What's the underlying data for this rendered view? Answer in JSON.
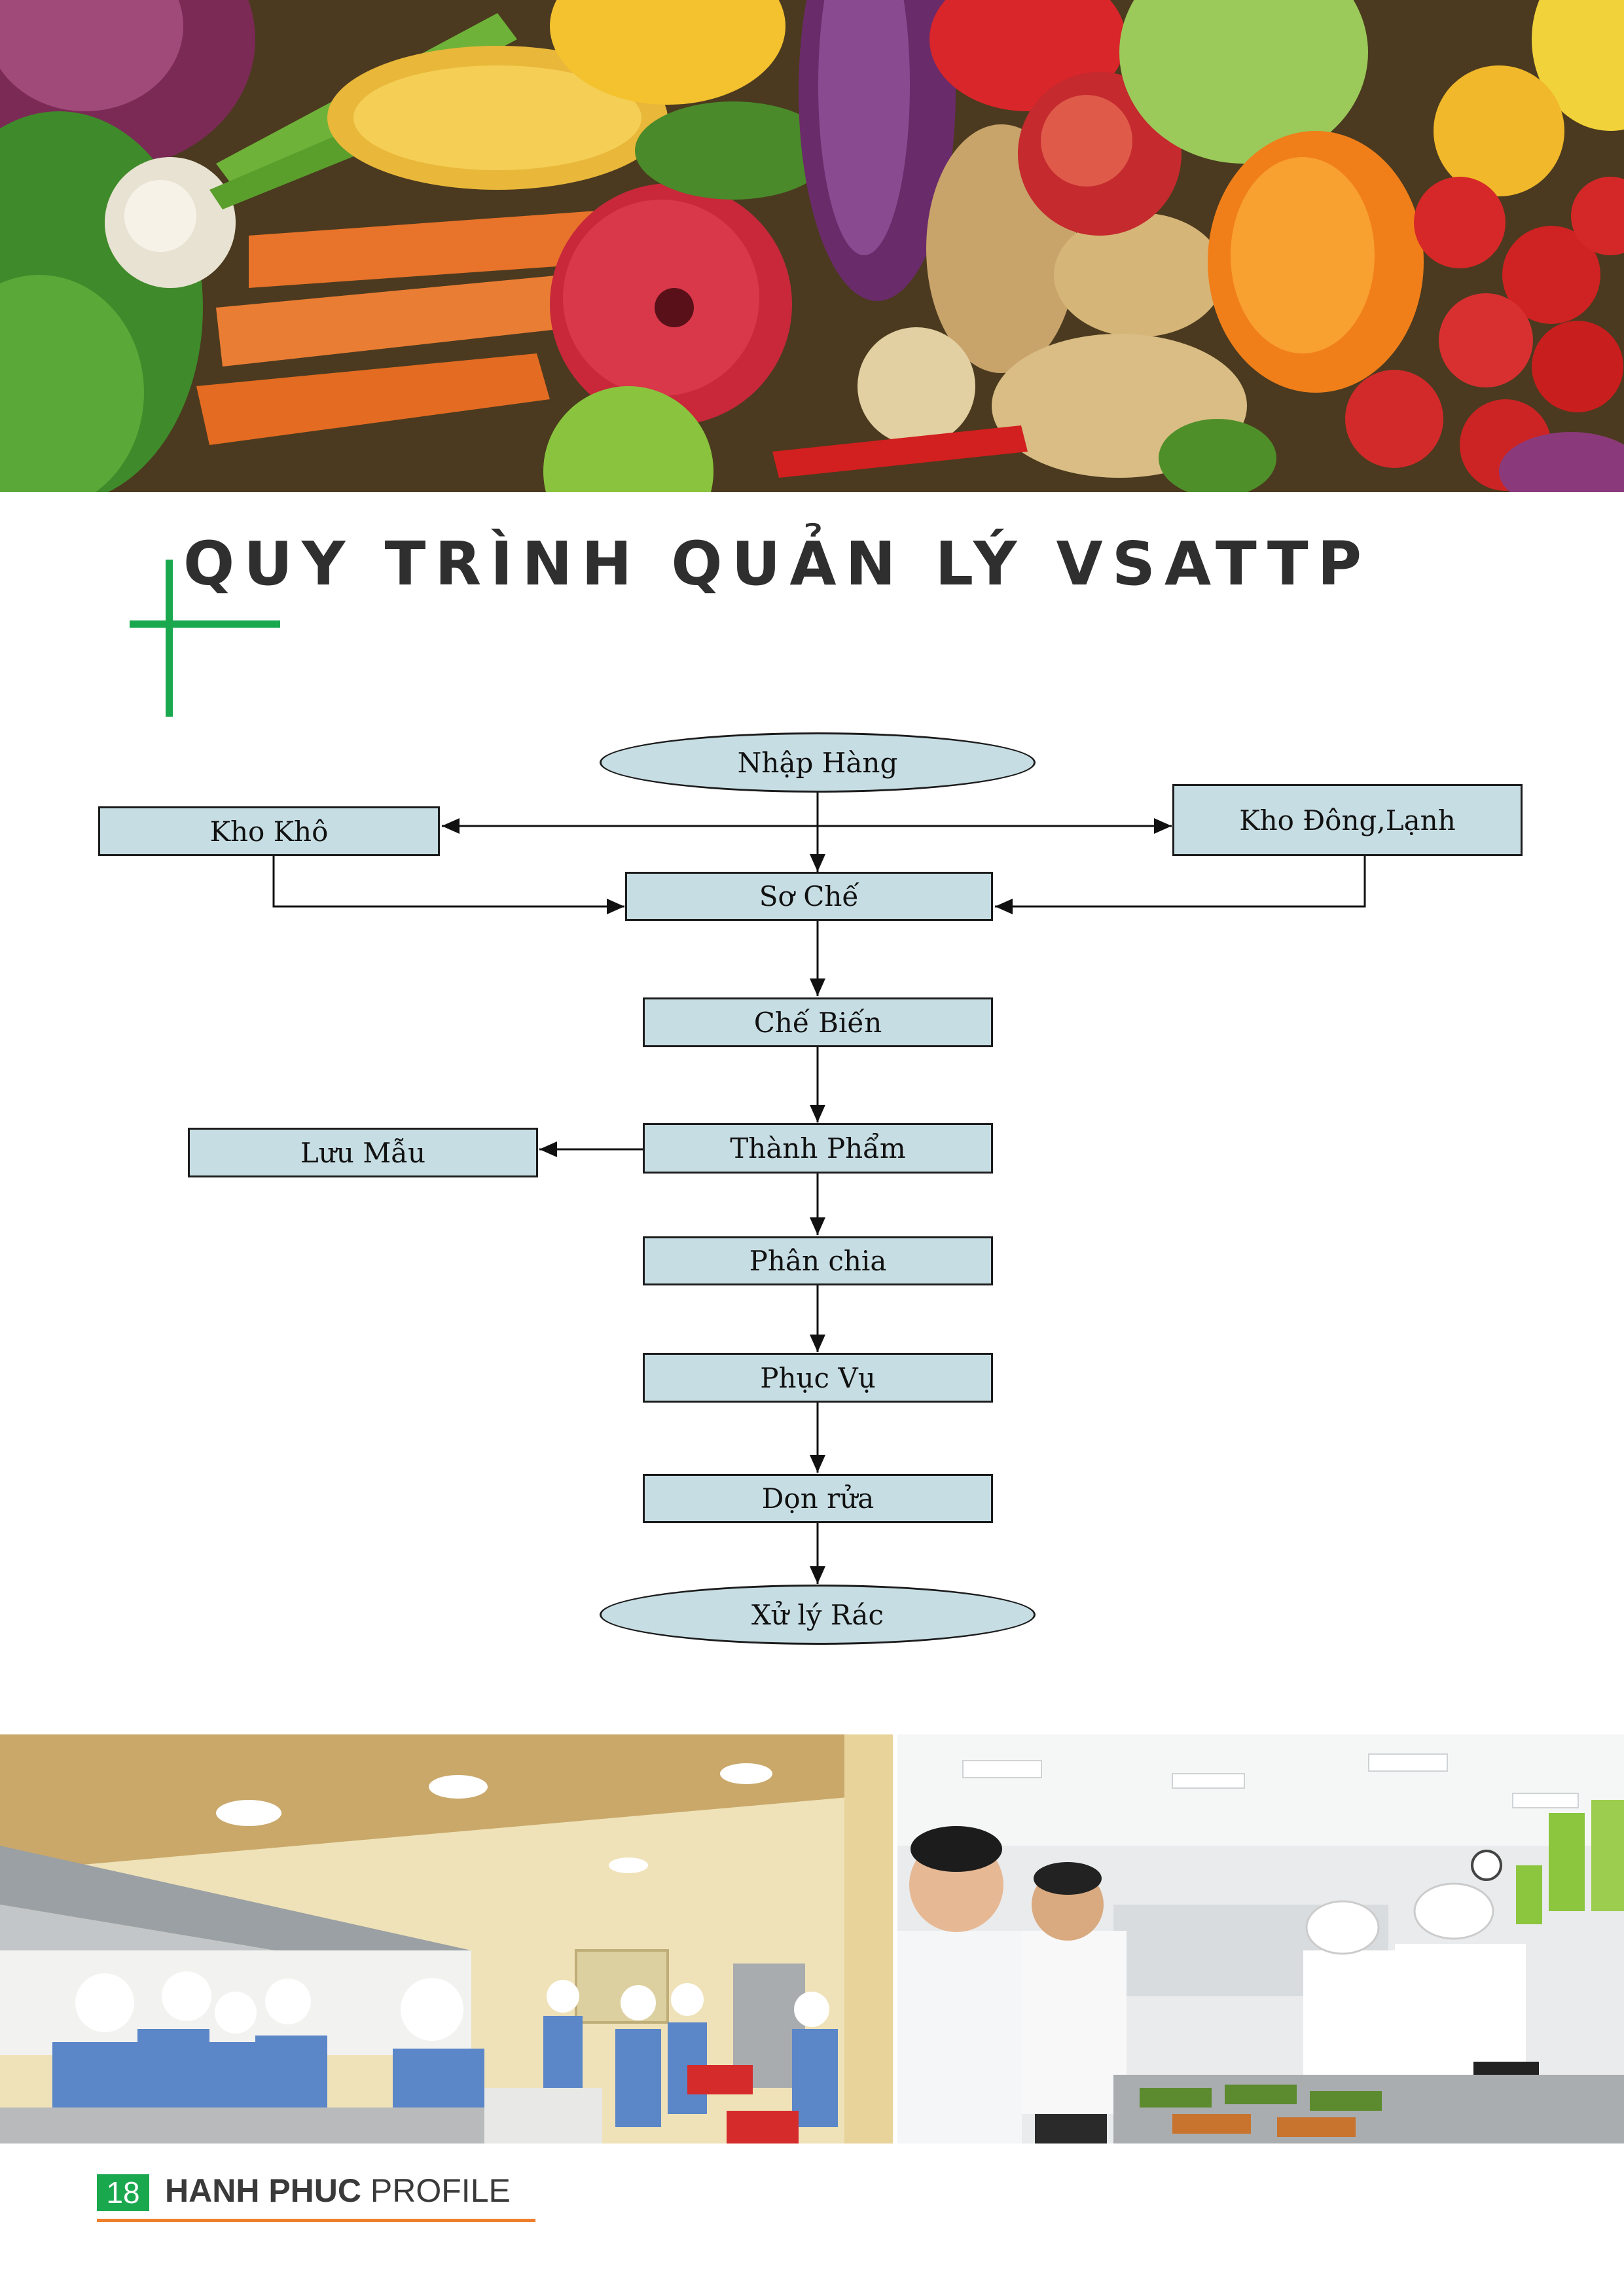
{
  "title": "QUY TRÌNH QUẢN LÝ VSATTP",
  "flow": {
    "nodes": {
      "nhap_hang": "Nhập Hàng",
      "kho_kho": "Kho Khô",
      "kho_dong_lanh": "Kho Đông,Lạnh",
      "so_che": "Sơ Chế",
      "che_bien": "Chế Biến",
      "thanh_pham": "Thành Phẩm",
      "luu_mau": "Lưu Mẫu",
      "phan_chia": "Phân chia",
      "phuc_vu": "Phục Vụ",
      "don_rua": "Dọn rửa",
      "xu_ly_rac": "Xử lý Rác"
    }
  },
  "footer": {
    "page_number": "18",
    "brand_bold": "HANH PHUC",
    "brand_light": "PROFILE"
  },
  "colors": {
    "accent_green": "#1aa84f",
    "accent_orange": "#f07f2d",
    "node_fill": "#c6dde3",
    "title_text": "#2f2f2f"
  }
}
